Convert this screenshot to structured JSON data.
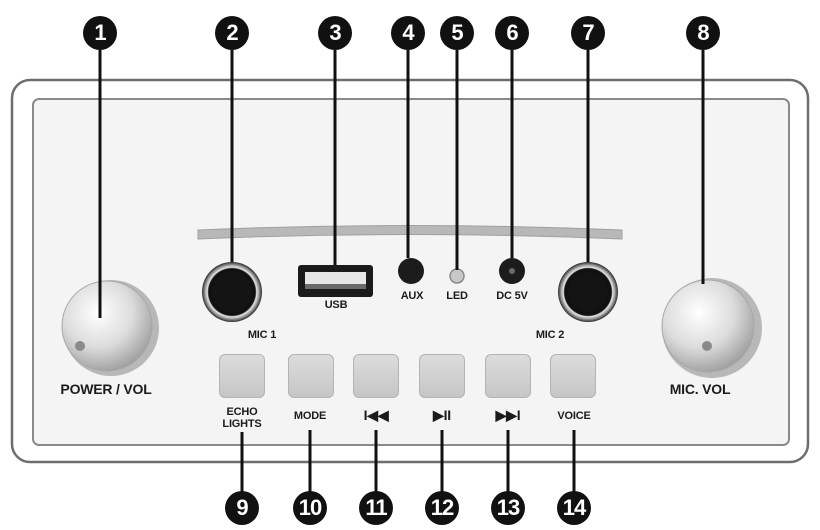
{
  "callouts": [
    "1",
    "2",
    "3",
    "4",
    "5",
    "6",
    "7",
    "8",
    "9",
    "10",
    "11",
    "12",
    "13",
    "14"
  ],
  "labels": {
    "power_vol": "POWER / VOL",
    "mic1": "MIC 1",
    "usb": "USB",
    "aux": "AUX",
    "led": "LED",
    "dc5v": "DC 5V",
    "mic2": "MIC 2",
    "mic_vol": "MIC. VOL",
    "echo": "ECHO",
    "lights": "LIGHTS",
    "mode": "MODE",
    "prev": "I◀◀",
    "play_pause": "▶II",
    "next": "▶▶I",
    "voice": "VOICE"
  },
  "colors": {
    "panel": "#f4f4f4",
    "outline": "#6e6e6e",
    "button": "#cfcfcf",
    "badge": "#111111"
  }
}
